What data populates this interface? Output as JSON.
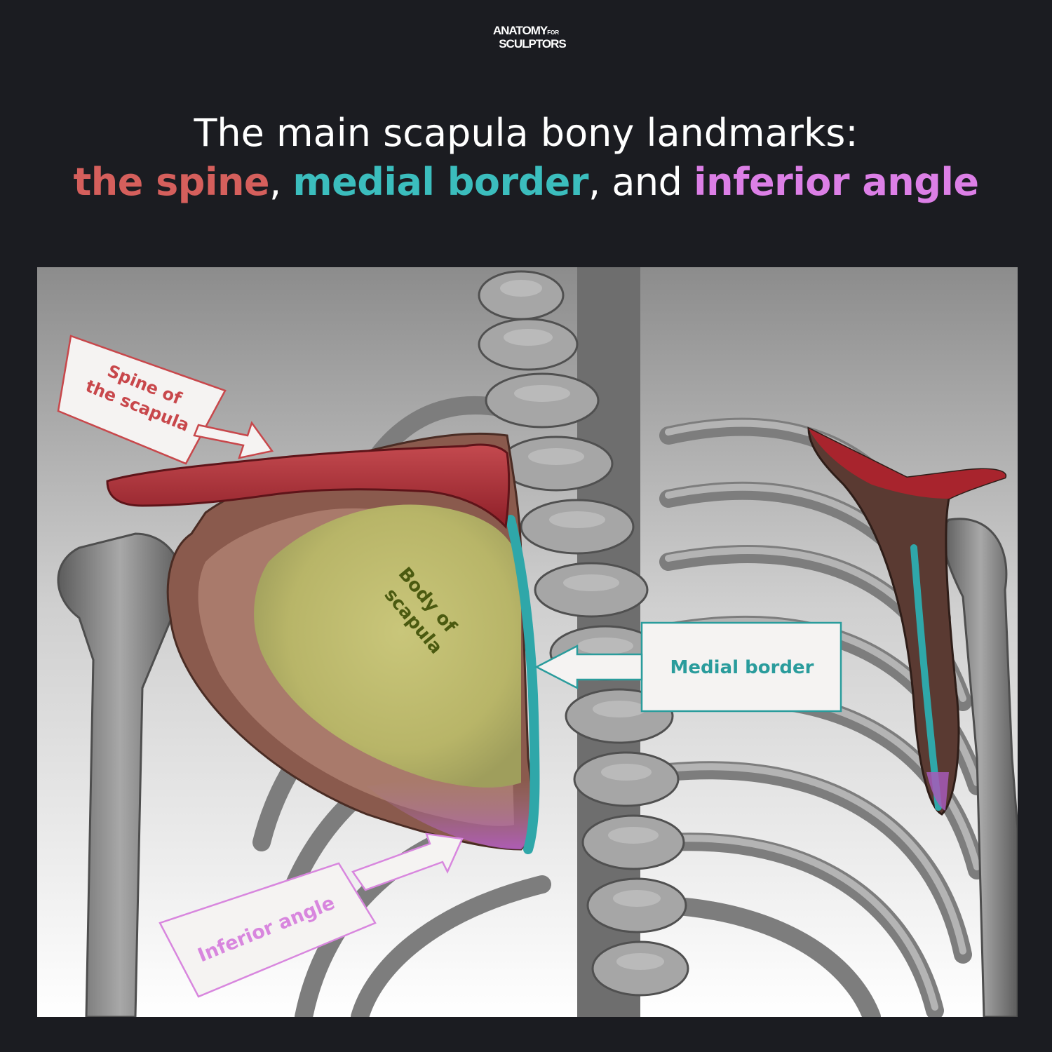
{
  "brand": {
    "logo_line1": "ANATOMY",
    "logo_for": "FOR",
    "logo_line2": "SCULPTORS"
  },
  "heading": {
    "line1": "The main scapula bony landmarks:",
    "spine": "the spine",
    "sep1": ", ",
    "medial": "medial border",
    "sep2": ", and ",
    "inferior": "inferior angle"
  },
  "labels": {
    "spine_line1": "Spine of",
    "spine_line2": "the scapula",
    "body_line1": "Body of",
    "body_line2": "scapula",
    "medial_border": "Medial border",
    "inferior_angle": "Inferior angle"
  },
  "colors": {
    "spine": "#d55f5c",
    "medial": "#3bbdbd",
    "inferior": "#dc7fe6",
    "body": "#c6c46e",
    "bone": "#8a8a8a",
    "background": "#1b1c21"
  }
}
